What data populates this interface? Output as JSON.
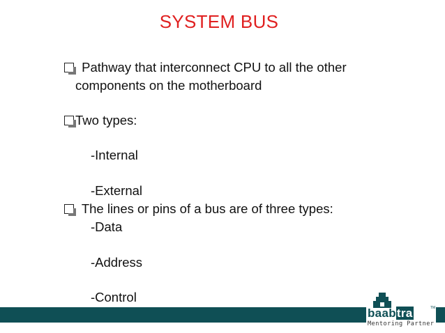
{
  "slide": {
    "title": "SYSTEM BUS",
    "bullets": [
      {
        "line1": "Pathway that interconnect CPU to all the other",
        "line2": "components on the motherboard"
      },
      {
        "text": "Two types:"
      },
      {
        "text": "The lines or pins of a bus are of three types:"
      }
    ],
    "subitems": [
      "-Internal",
      "-External",
      "-Data",
      "-Address",
      "-Control"
    ]
  },
  "logo": {
    "word_part1": "baab",
    "word_part2": "tra",
    "tm": "TM",
    "tagline": "Mentoring Partner"
  },
  "colors": {
    "title": "#e02020",
    "brand": "#0f4f55"
  }
}
